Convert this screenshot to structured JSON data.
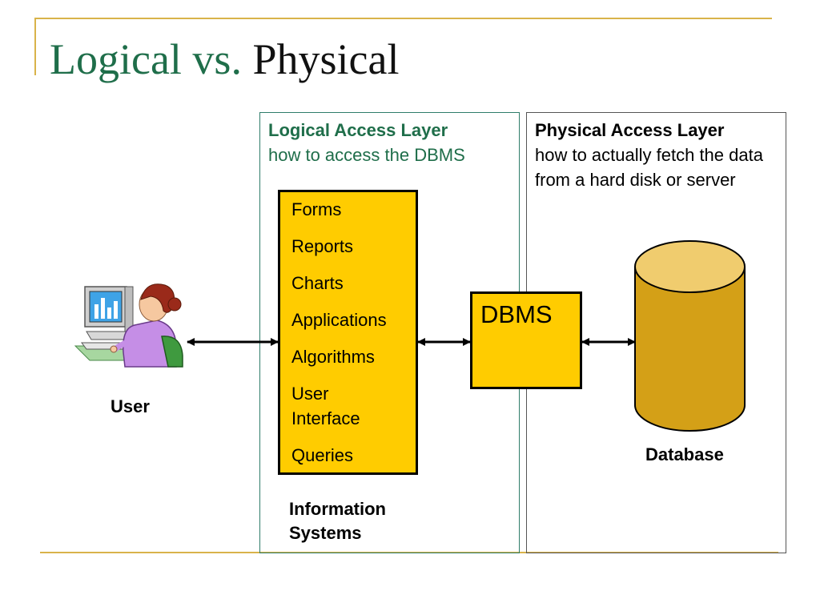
{
  "slide": {
    "title_part1": "Logical vs.",
    "title_part2": "Physical"
  },
  "logical_layer": {
    "heading": "Logical Access Layer",
    "subtitle": "how to access the DBMS"
  },
  "physical_layer": {
    "heading": "Physical Access Layer",
    "subtitle": "how to actually fetch the data from a hard disk or server"
  },
  "information_systems": {
    "items": [
      "Forms",
      "Reports",
      "Charts",
      "Applications",
      "Algorithms",
      "User\nInterface",
      "Queries"
    ],
    "caption": "Information\nSystems"
  },
  "dbms": {
    "label": "DBMS"
  },
  "user": {
    "label": "User",
    "icon": "user-at-computer-icon"
  },
  "database": {
    "label": "Database",
    "icon": "database-cylinder-icon"
  },
  "colors": {
    "title_green": "#1f6e4a",
    "accent_gold": "#d9b34a",
    "box_fill": "#ffcc00",
    "cylinder_fill": "#d4a017"
  }
}
